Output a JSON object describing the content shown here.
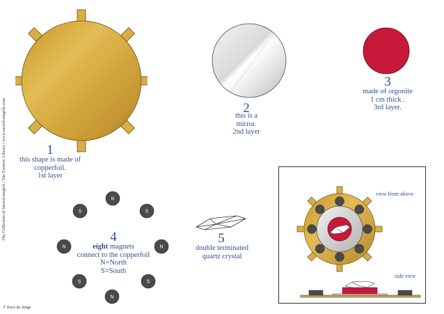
{
  "credit": {
    "side_text": "The Collection of Sacred-magick  |  The Esoteric Library  |  www.sacred-magick.com",
    "copyright": "© Kees de Jonge"
  },
  "item1": {
    "number": "1",
    "lines": [
      "this shape is made of",
      "copperfoil.",
      "1st layer"
    ],
    "color": "#D4A73A"
  },
  "item2": {
    "number": "2",
    "lines": [
      "this is a",
      "mirror.",
      "2nd layer"
    ],
    "color": "#E8E8E8"
  },
  "item3": {
    "number": "3",
    "lines": [
      "made of orgonite",
      "1 cm thick .",
      "3rd layer."
    ],
    "color": "#C8183A"
  },
  "item4": {
    "number": "4",
    "line1_bold": "eight",
    "line1_rest": " magnets",
    "lines": [
      "connect to the copperfoil",
      "N=North",
      "S=South"
    ],
    "magnet_color": "#4A4A4A",
    "magnets": [
      {
        "label": "N",
        "name": "magnet-top"
      },
      {
        "label": "S",
        "name": "magnet-top-right"
      },
      {
        "label": "N",
        "name": "magnet-right"
      },
      {
        "label": "S",
        "name": "magnet-bottom-right"
      },
      {
        "label": "N",
        "name": "magnet-bottom"
      },
      {
        "label": "S",
        "name": "magnet-bottom-left"
      },
      {
        "label": "N",
        "name": "magnet-left"
      },
      {
        "label": "S",
        "name": "magnet-top-left"
      }
    ]
  },
  "item5": {
    "number": "5",
    "lines": [
      "double terminated",
      "quartz crystal"
    ]
  },
  "inset": {
    "view_from_above": "view from above",
    "side_view": "side view"
  }
}
